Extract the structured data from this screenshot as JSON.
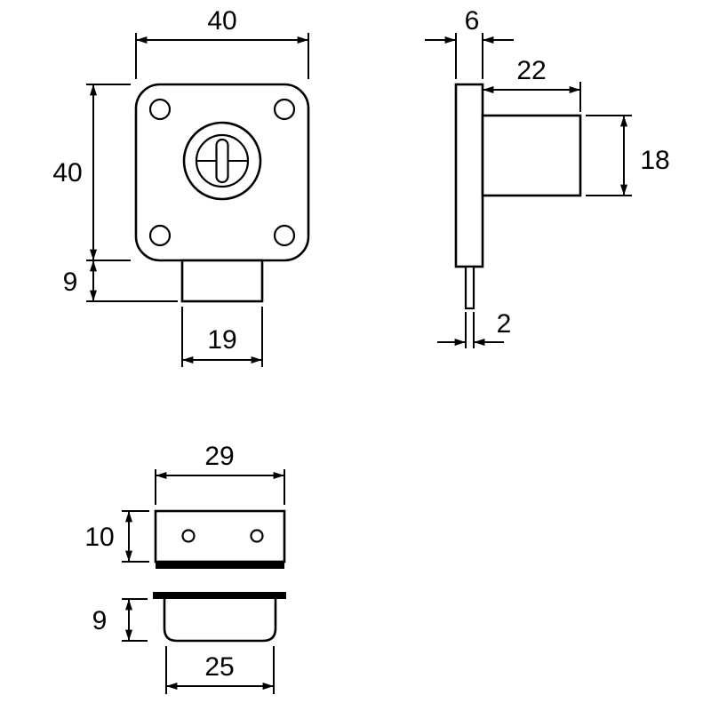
{
  "page": {
    "background_color": "#ffffff",
    "line_color": "#000000"
  },
  "drawing": {
    "front_view": {
      "body_width": "40",
      "body_height": "40",
      "bolt_drop": "9",
      "bolt_width": "19"
    },
    "side_view": {
      "plate_thickness": "6",
      "barrel_length": "22",
      "barrel_height": "18",
      "bolt_thickness": "2"
    },
    "strike_plate_view": {
      "width": "29",
      "height": "10"
    },
    "cup_view": {
      "depth": "9",
      "width": "25"
    }
  }
}
